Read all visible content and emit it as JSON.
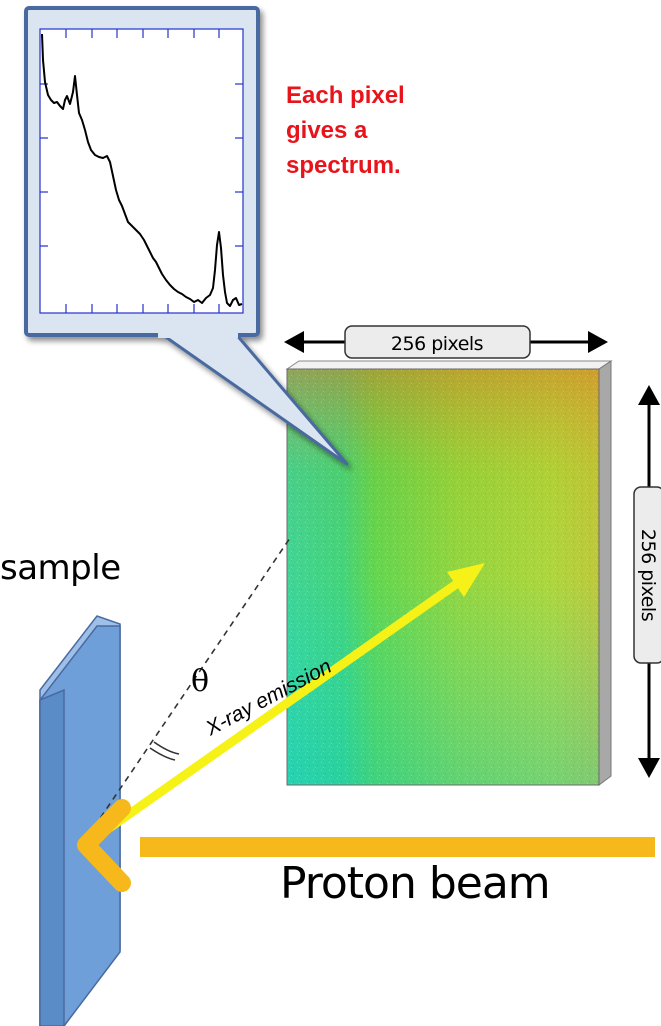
{
  "annotation": {
    "lines": [
      "Each pixel",
      "gives a",
      "spectrum."
    ]
  },
  "detector": {
    "width_label": "256 pixels",
    "height_label": "256 pixels"
  },
  "labels": {
    "sample": "sample",
    "proton_beam": "Proton beam",
    "xray_emission": "X-ray emission",
    "angle": "θ"
  },
  "colors": {
    "annotation_text": "#e8141b",
    "callout_border": "#4a6aa0",
    "callout_fill": "#dbe5f1",
    "sample_plate": "#6f9fd8",
    "proton_arrow": "#f6b81a",
    "xray_arrow": "#f6f218",
    "axis_ticks": "#2233cc"
  }
}
